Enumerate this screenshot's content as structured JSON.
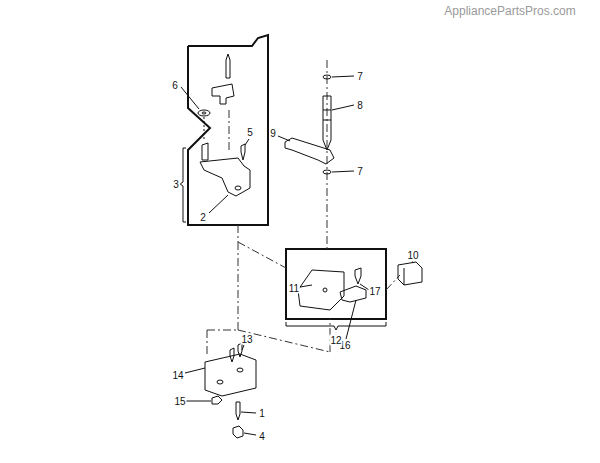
{
  "diagram": {
    "labels": [
      "AppliancePartsPros.com",
      "6",
      "5",
      "3",
      "2",
      "7",
      "8",
      "9",
      "7",
      "10",
      "11",
      "17",
      "16",
      "12",
      "14",
      "13",
      "15",
      "1",
      "4"
    ]
  }
}
